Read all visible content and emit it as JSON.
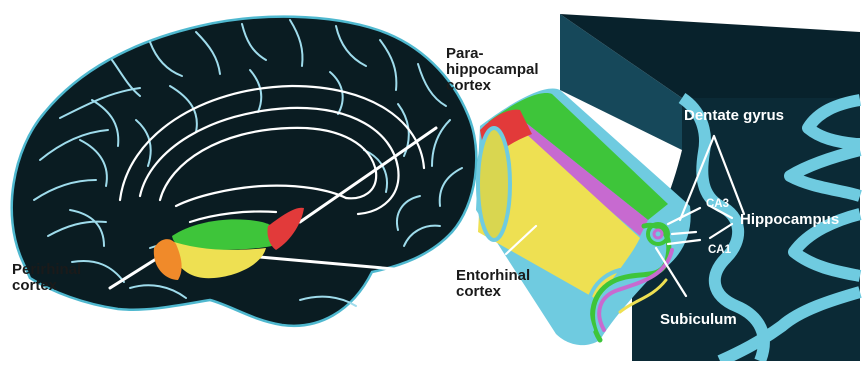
{
  "labels": {
    "parahippocampal": [
      "Para-",
      "hippocampal",
      "cortex"
    ],
    "perirhinal": [
      "Perirhinal",
      "cortex"
    ],
    "entorhinal": [
      "Entorhinal",
      "cortex"
    ],
    "dentate_gyrus": "Dentate gyrus",
    "ca3": "CA3",
    "ca1": "CA1",
    "hippocampus": "Hippocampus",
    "subiculum": "Subiculum"
  },
  "colors": {
    "brain": "#0a1c22",
    "sulcus": "#9fdcec",
    "outline": "#4fb8cf",
    "parahippocampal": "#3ec53a",
    "perirhinal_orange": "#f08a2a",
    "perirhinal_red": "#e23a3a",
    "entorhinal": "#eee052",
    "ca_fields": "#c76ad0",
    "block_rim": "#6fcbe0",
    "block_dark": "#0b2a36"
  }
}
